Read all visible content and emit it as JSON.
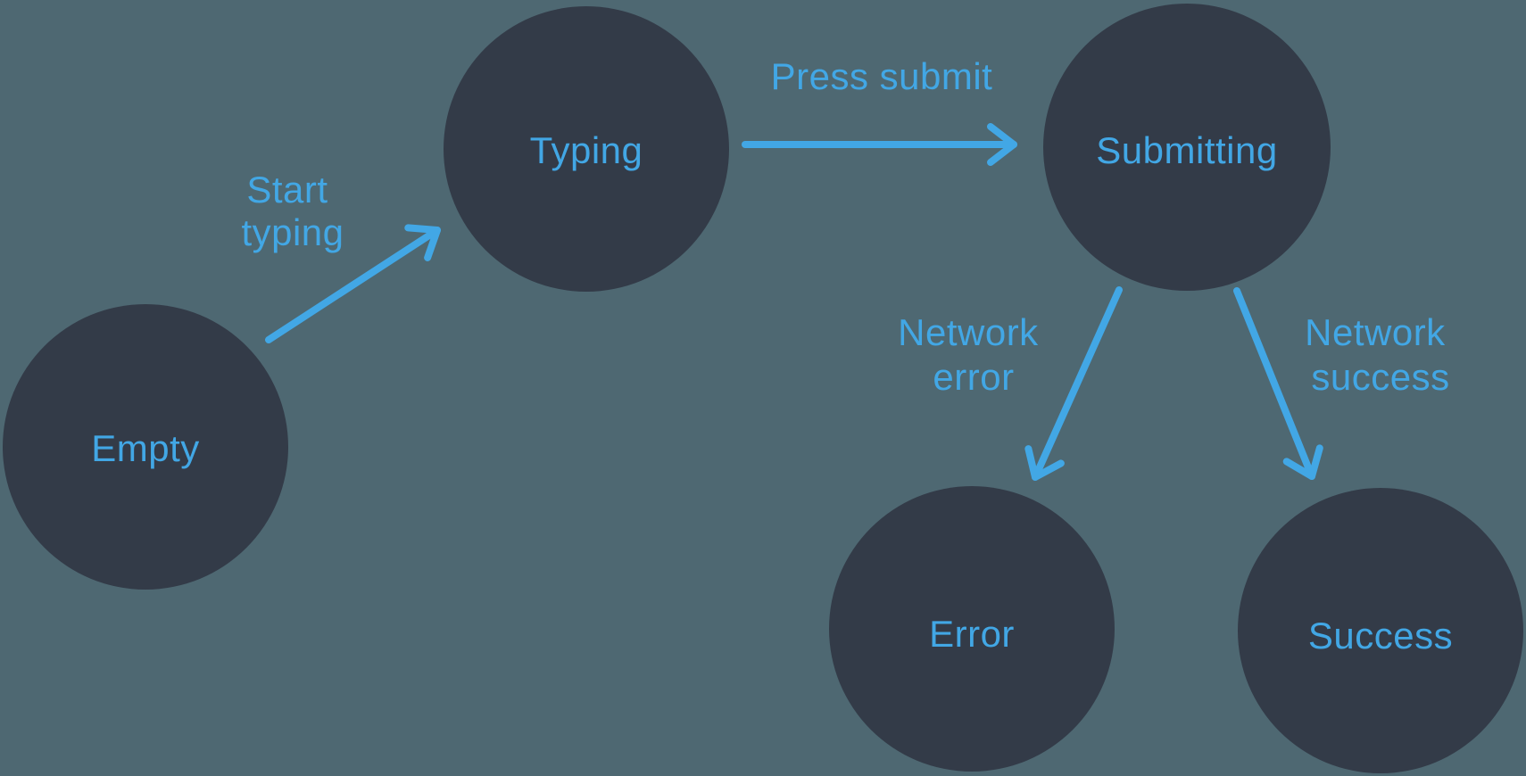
{
  "diagram": {
    "type": "state-machine",
    "colors": {
      "background": "#4e6872",
      "node_fill": "#333b48",
      "accent": "#42a7e5"
    },
    "nodes": [
      {
        "id": "empty",
        "label": "Empty"
      },
      {
        "id": "typing",
        "label": "Typing"
      },
      {
        "id": "submitting",
        "label": "Submitting"
      },
      {
        "id": "error",
        "label": "Error"
      },
      {
        "id": "success",
        "label": "Success"
      }
    ],
    "edges": [
      {
        "id": "start-typing",
        "from": "empty",
        "to": "typing",
        "label_line1": "Start",
        "label_line2": "typing"
      },
      {
        "id": "press-submit",
        "from": "typing",
        "to": "submitting",
        "label_line1": "Press submit",
        "label_line2": ""
      },
      {
        "id": "network-error",
        "from": "submitting",
        "to": "error",
        "label_line1": "Network",
        "label_line2": "error"
      },
      {
        "id": "network-success",
        "from": "submitting",
        "to": "success",
        "label_line1": "Network",
        "label_line2": "success"
      }
    ]
  }
}
